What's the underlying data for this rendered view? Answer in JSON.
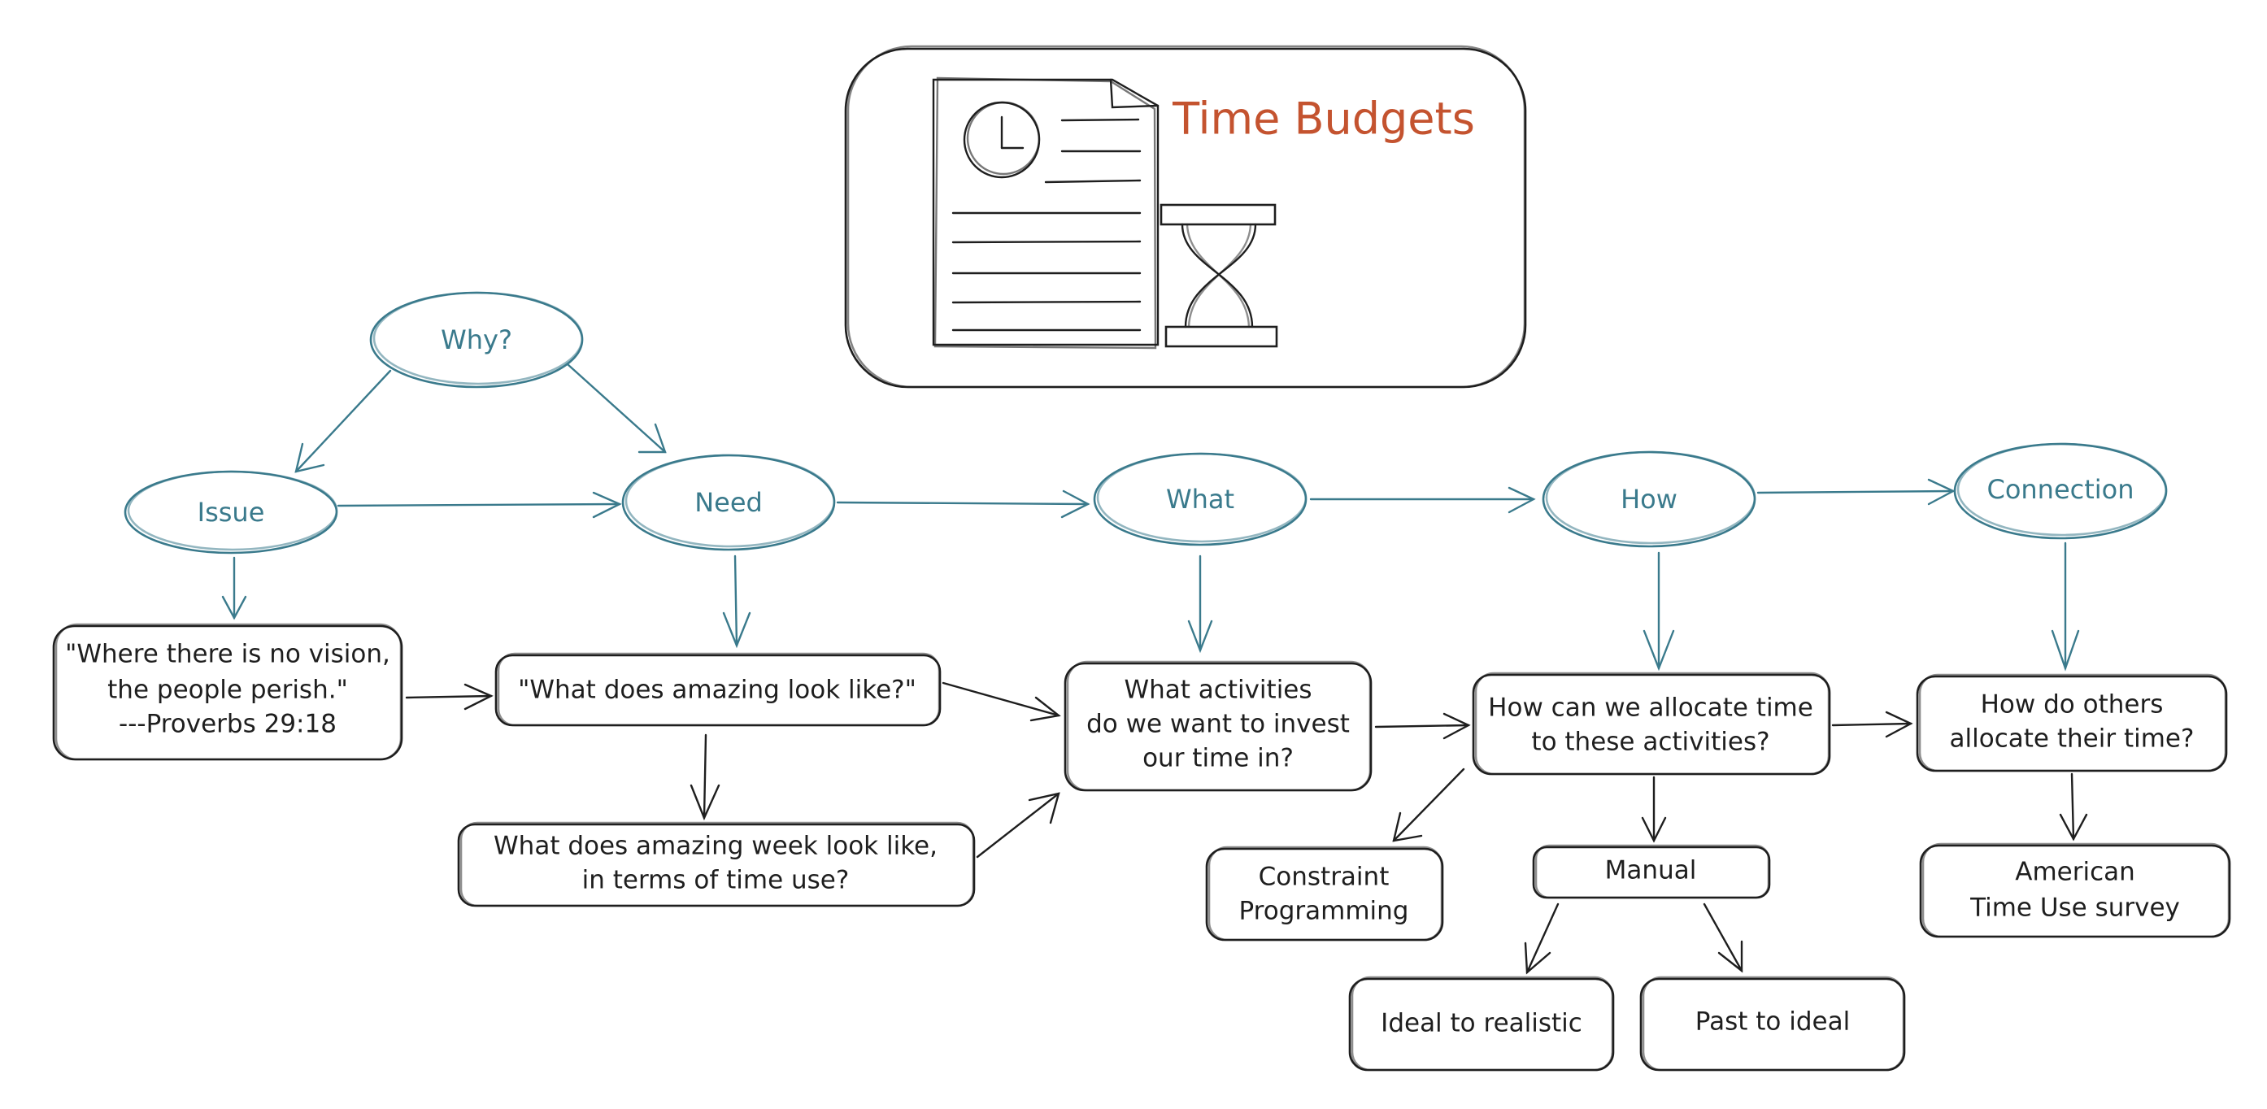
{
  "title": "Time Budgets",
  "colors": {
    "title": "#c4532f",
    "stages": "#3a7a8c",
    "boxes": "#1e1e1e",
    "background": "#ffffff"
  },
  "header_icons": [
    "document-icon",
    "clock-icon",
    "hourglass-icon"
  ],
  "stages": {
    "why": "Why?",
    "issue": "Issue",
    "need": "Need",
    "what": "What",
    "how": "How",
    "connection": "Connection"
  },
  "boxes": {
    "proverb": [
      "\"Where there is no vision,",
      "the people perish.\"",
      "---Proverbs 29:18"
    ],
    "amazing": [
      "\"What does amazing look like?\""
    ],
    "amazing_week": [
      "What does amazing week look like,",
      "in terms of time use?"
    ],
    "activities": [
      "What activities",
      "do we want to invest",
      "our time in?"
    ],
    "allocate": [
      "How can we allocate time",
      "to these activities?"
    ],
    "constraint": [
      "Constraint",
      "Programming"
    ],
    "manual": [
      "Manual"
    ],
    "ideal_realistic": [
      "Ideal to realistic"
    ],
    "past_ideal": [
      "Past to ideal"
    ],
    "others": [
      "How do others",
      "allocate their time?"
    ],
    "survey": [
      "American",
      "Time Use survey"
    ]
  }
}
